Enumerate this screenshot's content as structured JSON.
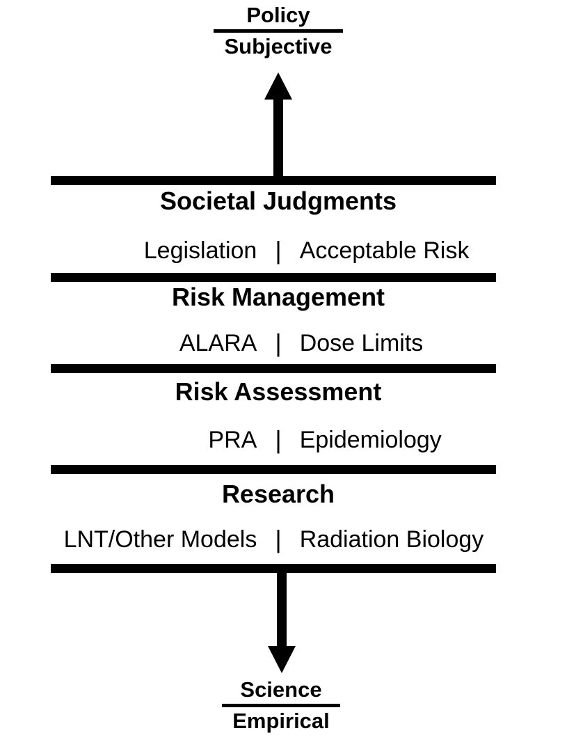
{
  "diagram": {
    "top_pole": {
      "label": "Policy",
      "sublabel": "Subjective"
    },
    "bottom_pole": {
      "label": "Science",
      "sublabel": "Empirical"
    },
    "divider_glyph": "|",
    "levels": [
      {
        "title": "Societal Judgments",
        "left": "Legislation",
        "right": "Acceptable Risk"
      },
      {
        "title": "Risk Management",
        "left": "ALARA",
        "right": "Dose Limits"
      },
      {
        "title": "Risk Assessment",
        "left": "PRA",
        "right": "Epidemiology"
      },
      {
        "title": "Research",
        "left": "LNT/Other Models",
        "right": "Radiation Biology"
      }
    ]
  },
  "colors": {
    "ink": "#000000",
    "background": "#ffffff"
  }
}
